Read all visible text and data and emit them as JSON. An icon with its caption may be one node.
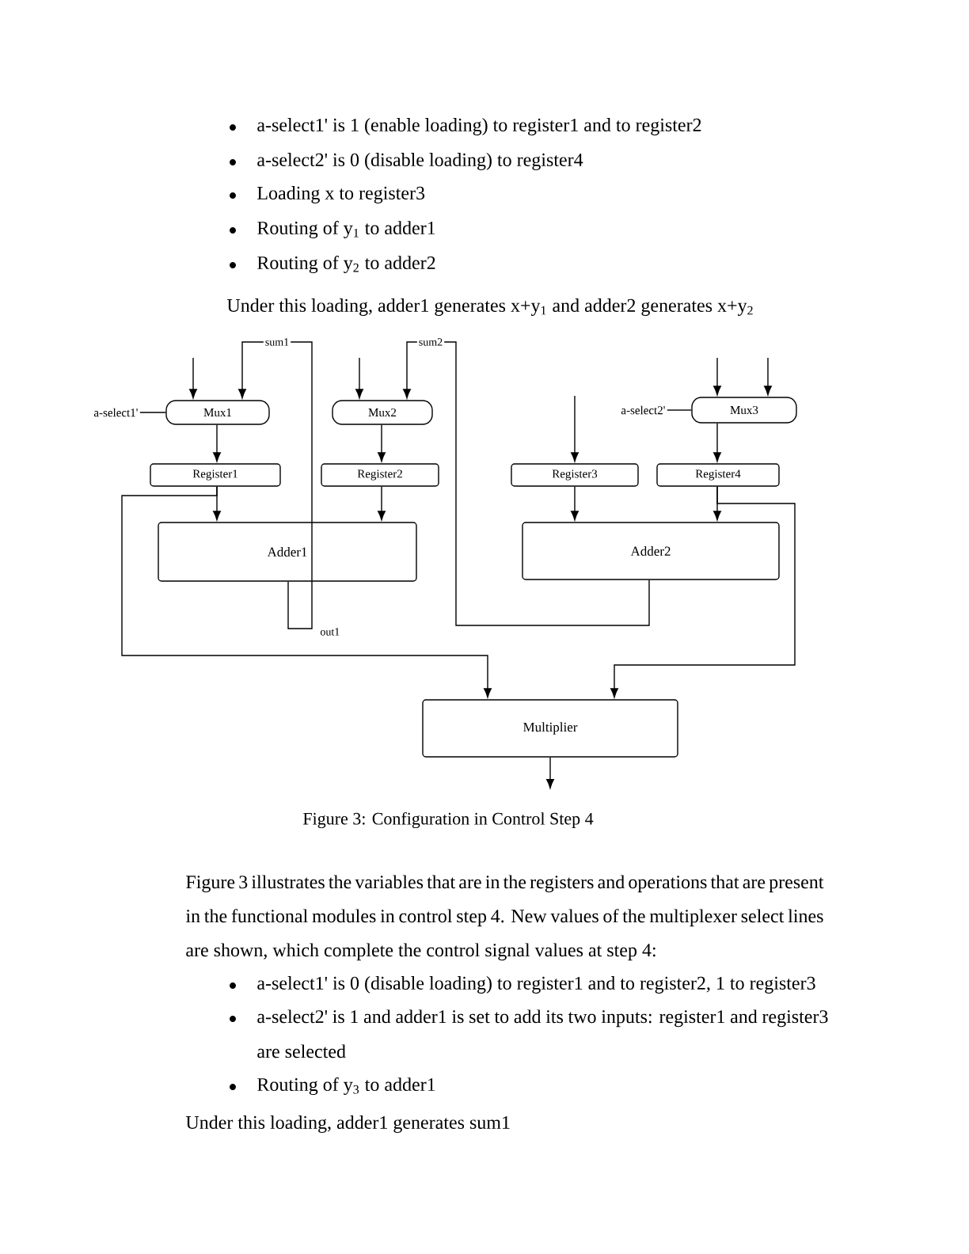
{
  "diagram": {
    "caption": "Figure 3: Configuration in Control Step 4",
    "nodes": [
      {
        "text": [
          "Mux1"
        ]
      },
      {
        "text": [
          "Mux2"
        ]
      },
      {
        "text": [
          "Mux3"
        ]
      },
      {
        "text": [
          "Register1"
        ]
      },
      {
        "text": [
          "Register2"
        ]
      },
      {
        "text": [
          "Register3"
        ]
      },
      {
        "text": [
          "Register4"
        ]
      },
      {
        "text": [
          "Adder1"
        ]
      },
      {
        "text": [
          "Adder2"
        ]
      },
      {
        "text": [
          "Multiplier"
        ]
      },
      {
        "text": [
          "a-select1'"
        ]
      },
      {
        "text": [
          "a-select2'"
        ]
      }
    ],
    "edges": [
      {
        "from": null,
        "to": 0,
        "arrow": "to"
      },
      {
        "from": 7,
        "to": 0,
        "arrow": "to",
        "label": "sum1"
      },
      {
        "from": null,
        "to": 1,
        "arrow": "to"
      },
      {
        "from": 8,
        "to": 1,
        "arrow": "to",
        "label": "sum2"
      },
      {
        "from": null,
        "to": 2,
        "arrow": "to"
      },
      {
        "from": null,
        "to": 2,
        "arrow": "to"
      },
      {
        "from": 0,
        "to": 3,
        "arrow": "to"
      },
      {
        "from": 1,
        "to": 4,
        "arrow": "to"
      },
      {
        "from": null,
        "to": 5,
        "arrow": "to"
      },
      {
        "from": 2,
        "to": 6,
        "arrow": "to"
      },
      {
        "from": 3,
        "to": 7,
        "arrow": "to"
      },
      {
        "from": 4,
        "to": 7,
        "arrow": "to"
      },
      {
        "from": 5,
        "to": 8,
        "arrow": "to"
      },
      {
        "from": 6,
        "to": 8,
        "arrow": "to"
      },
      {
        "from": 3,
        "to": 9,
        "arrow": "to"
      },
      {
        "from": 6,
        "to": 9,
        "arrow": "to"
      },
      {
        "from": 9,
        "to": null,
        "arrow": "to"
      },
      {
        "from": 10,
        "to": 0,
        "arrow": "none"
      },
      {
        "from": 11,
        "to": 2,
        "arrow": "none"
      }
    ],
    "labels": [
      "a-select1' is 1 (enable loading) to register1 and to register2",
      "a-select2' is 0 (disable loading) to register4",
      "Loading x to register3",
      "Routing of y$_{1}$ to adder1",
      "Routing of y$_{2}$ to adder2",
      "Under this loading, adder1 generates x+y$_{1}$ and adder2 generates x+y$_{2}$",
      "out1",
      "Figure 3 illustrates the variables that are in the registers and operations that are present in the functional modules in control step 4. New values of the multiplexer select lines are shown, which complete the control signal values at step 4:",
      "a-select1' is 0 (disable loading) to register1 and to register2, 1 to register3",
      "a-select2' is 1 and adder1 is set to add its two inputs: register1 and register3 are selected",
      "Routing of y$_{3}$ to adder1",
      "Under this loading, adder1 generates sum1"
    ]
  }
}
